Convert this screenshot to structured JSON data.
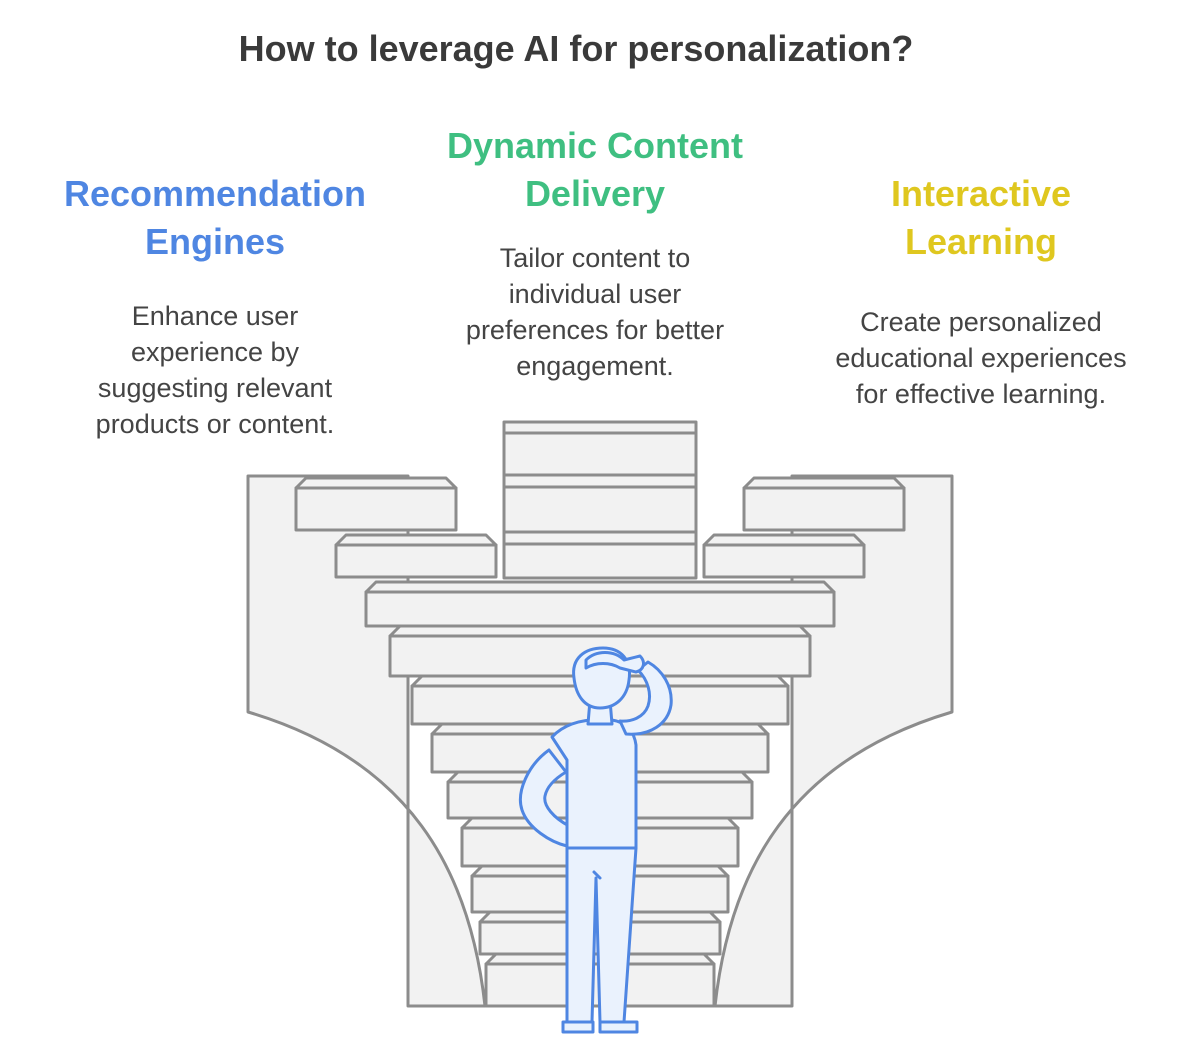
{
  "title": "How to leverage AI for personalization?",
  "items": [
    {
      "heading_lines": [
        "Recommendation",
        "Engines"
      ],
      "description_lines": [
        "Enhance user",
        "experience by",
        "suggesting relevant",
        "products or content."
      ],
      "color": "#4f86e2"
    },
    {
      "heading_lines": [
        "Dynamic Content",
        "Delivery"
      ],
      "description_lines": [
        "Tailor content to",
        "individual user",
        "preferences for better",
        "engagement."
      ],
      "color": "#3fbf81"
    },
    {
      "heading_lines": [
        "Interactive",
        "Learning"
      ],
      "description_lines": [
        "Create personalized",
        "educational experiences",
        "for effective learning."
      ],
      "color": "#dfc71f"
    }
  ],
  "palette": {
    "stairs_fill": "#f2f2f2",
    "stairs_stroke": "#8c8c8c",
    "person_fill": "#eaf2fd",
    "person_stroke": "#4f86e2"
  },
  "icons": [
    "staircase-illustration",
    "thinking-person-icon"
  ]
}
